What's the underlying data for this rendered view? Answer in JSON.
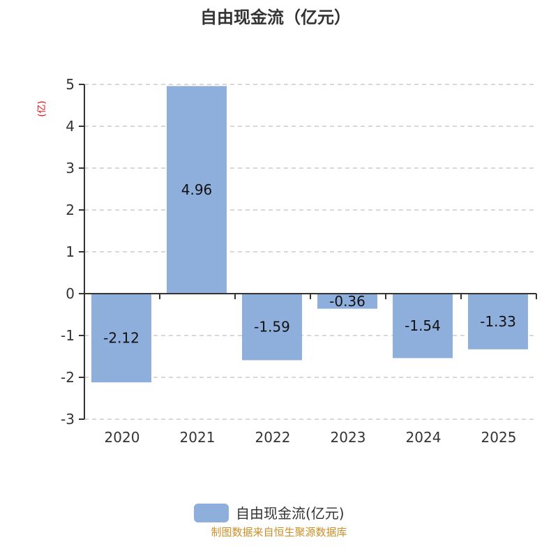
{
  "chart_data": {
    "type": "bar",
    "title": "自由现金流（亿元）",
    "ylabel": "(亿)",
    "xlabel": "",
    "categories": [
      "2020",
      "2021",
      "2022",
      "2023",
      "2024",
      "2025"
    ],
    "series": [
      {
        "name": "自由现金流(亿元)",
        "values": [
          -2.12,
          4.96,
          -1.59,
          -0.36,
          -1.54,
          -1.33
        ]
      }
    ],
    "data_labels": [
      "-2.12",
      "4.96",
      "-1.59",
      "-0.36",
      "-1.54",
      "-1.33"
    ],
    "ylim": [
      -3,
      5
    ],
    "yticks": [
      5,
      4,
      3,
      2,
      1,
      0,
      -1,
      -2,
      -3
    ],
    "grid": true,
    "legend_position": "bottom",
    "bar_color": "#8eaedb",
    "source": "制图数据来自恒生聚源数据库"
  }
}
